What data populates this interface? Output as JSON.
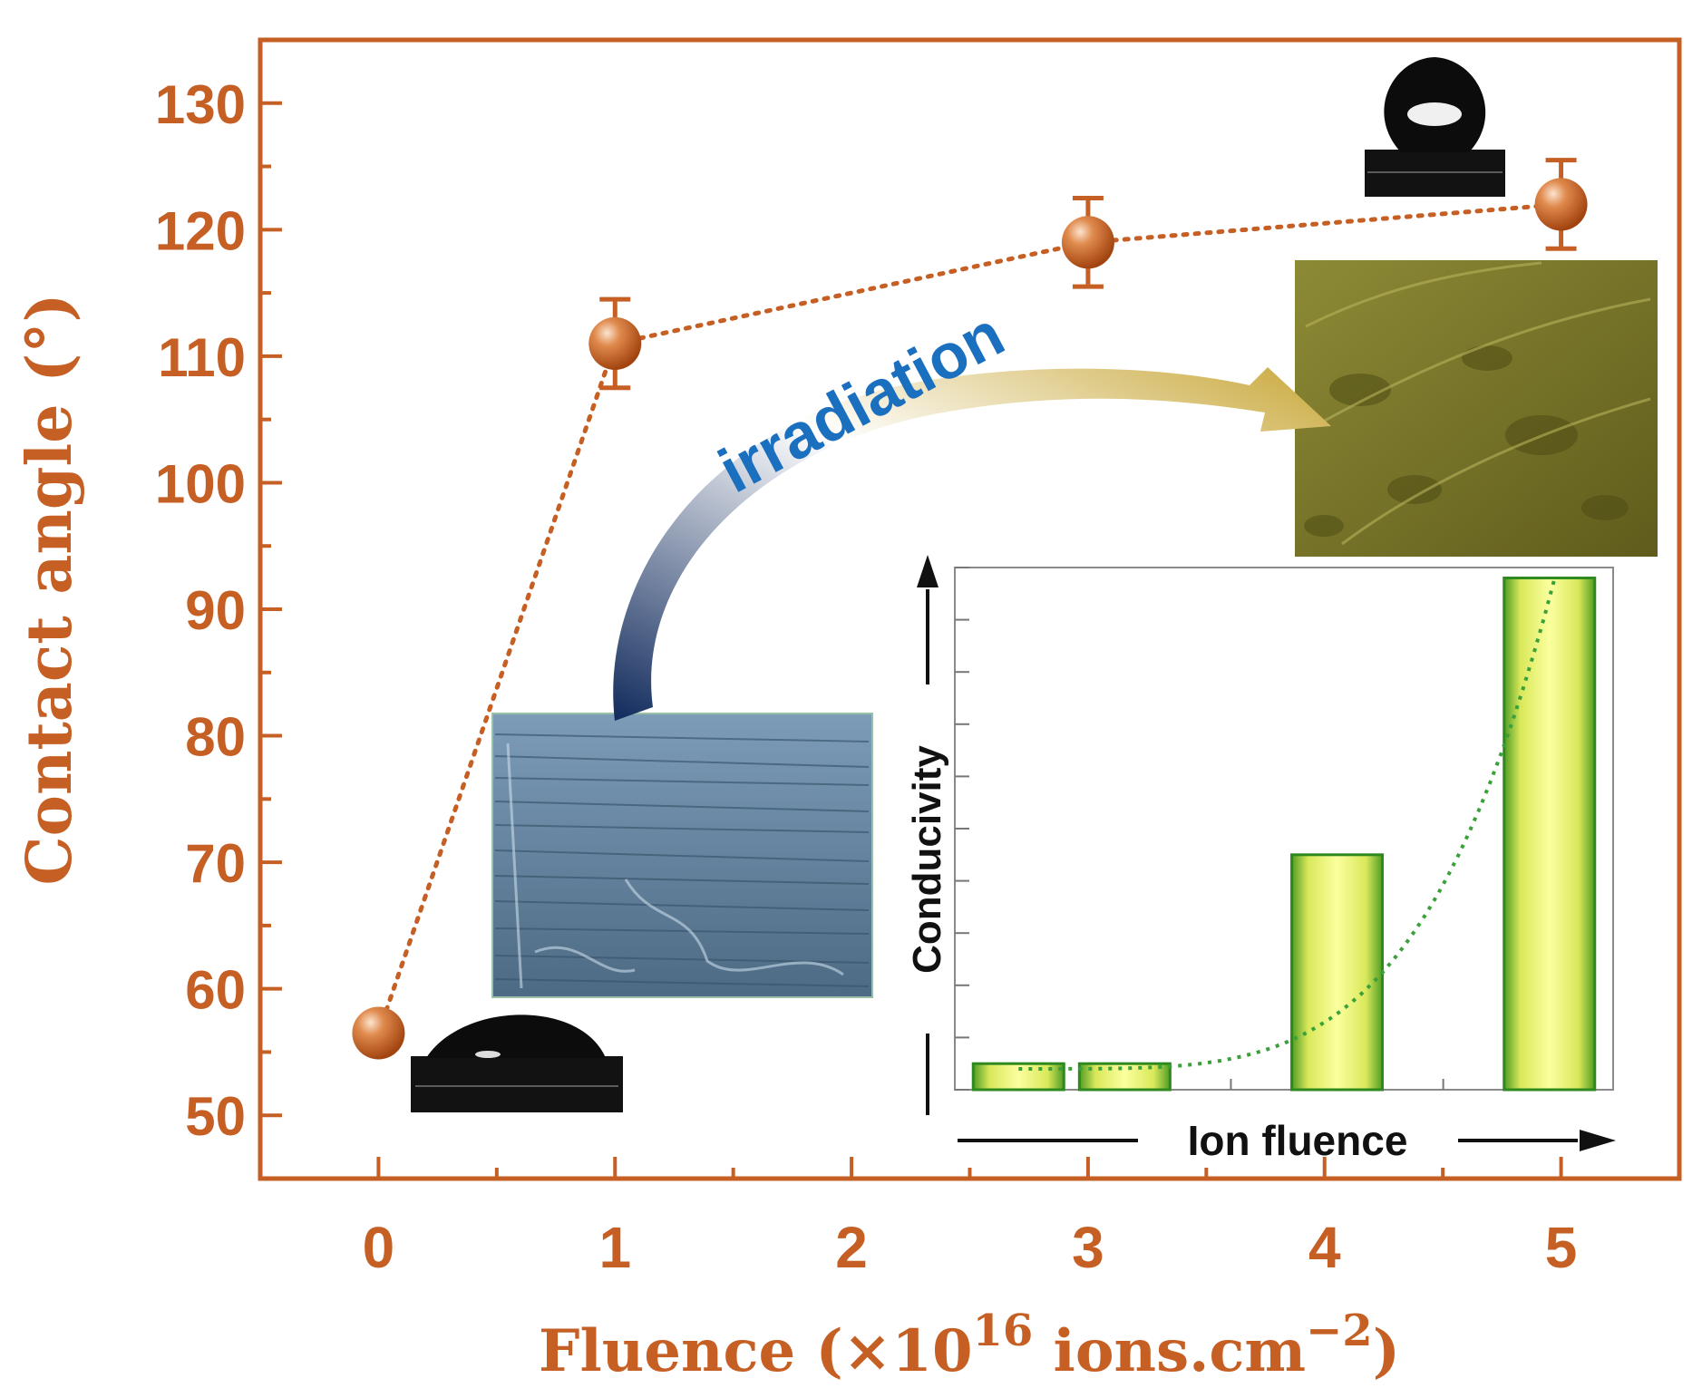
{
  "chart_data": [
    {
      "type": "scatter",
      "connected_by": "dotted line",
      "title": "",
      "xlabel": "Fluence (×10",
      "xlabel_sup": "16",
      "xlabel_mid": " ions.cm",
      "xlabel_sup2": "−2",
      "xlabel_end": ")",
      "ylabel": "Contact angle (°)",
      "xlim": [
        -0.5,
        5.5
      ],
      "ylim": [
        45,
        135
      ],
      "xticks": [
        "0",
        "1",
        "2",
        "3",
        "4",
        "5"
      ],
      "yticks": [
        "50",
        "60",
        "70",
        "80",
        "90",
        "100",
        "110",
        "120",
        "130"
      ],
      "grid": false,
      "points": [
        {
          "x": 0,
          "y": 56.5,
          "err": 0
        },
        {
          "x": 1,
          "y": 111,
          "err": 3.5
        },
        {
          "x": 3,
          "y": 119,
          "err": 3.5
        },
        {
          "x": 5,
          "y": 122,
          "err": 3.5
        }
      ],
      "color": "#c65f24",
      "annotation": "irradiation"
    },
    {
      "type": "bar",
      "inset": true,
      "xlabel": "Ion fluence",
      "ylabel": "Conducivity",
      "ylim": [
        0,
        100
      ],
      "values": [
        5,
        5,
        45,
        98
      ],
      "bar_positions": [
        1,
        2,
        4,
        6
      ],
      "xlim": [
        0.4,
        6.6
      ],
      "trend": "exponential dotted curve",
      "bar_color": "#e8ee70",
      "bar_edge_color": "#2e8a1e",
      "trend_color": "#3aa03a"
    }
  ],
  "colors": {
    "accent": "#c65f24",
    "irradiation_text": "#1a6fbf",
    "sem_before": "#6f8faa",
    "sem_after": "#7d7a2b"
  }
}
